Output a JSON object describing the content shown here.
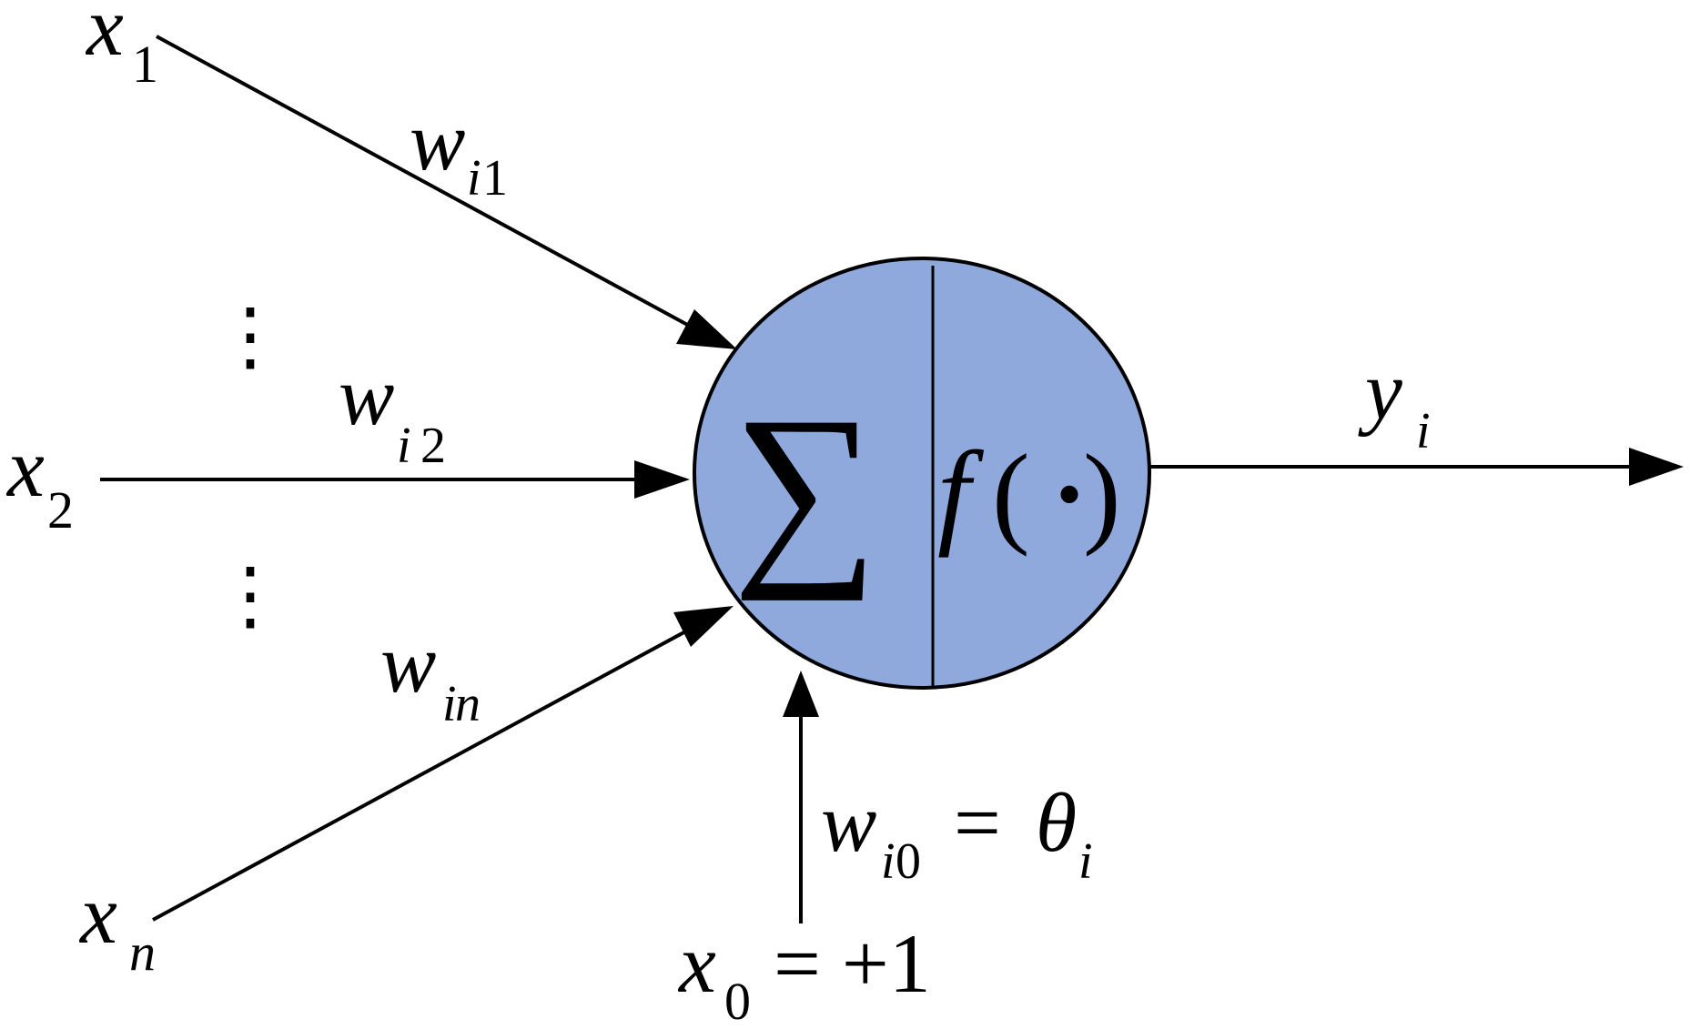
{
  "colors": {
    "neuron_fill": "#8fa9dc",
    "stroke": "#000000",
    "background": "#ffffff"
  },
  "inputs": {
    "x1": {
      "base": "x",
      "sub": "1"
    },
    "x2": {
      "base": "x",
      "sub": "2"
    },
    "xn": {
      "base": "x",
      "sub": "n"
    },
    "x0": {
      "base": "x",
      "sub": "0",
      "rest": "= +1"
    }
  },
  "weights": {
    "w1": {
      "base": "w",
      "sub_i": "i",
      "sub_idx": "1"
    },
    "w2": {
      "base": "w",
      "sub_i": "i",
      "sub_idx": "2"
    },
    "wn": {
      "base": "w",
      "sub_i": "i",
      "sub_idx": "n"
    },
    "w0": {
      "base": "w",
      "sub_i": "i",
      "sub_idx": "0",
      "eq": "=",
      "theta": "θ",
      "theta_sub": "i"
    }
  },
  "ellipsis": {
    "upper": "⋮",
    "lower": "⋮"
  },
  "neuron": {
    "sum_symbol": "∑",
    "activation_f": "f",
    "activation_open": "(",
    "activation_dot": "•",
    "activation_close": ")"
  },
  "output": {
    "base": "y",
    "sub": "i"
  }
}
